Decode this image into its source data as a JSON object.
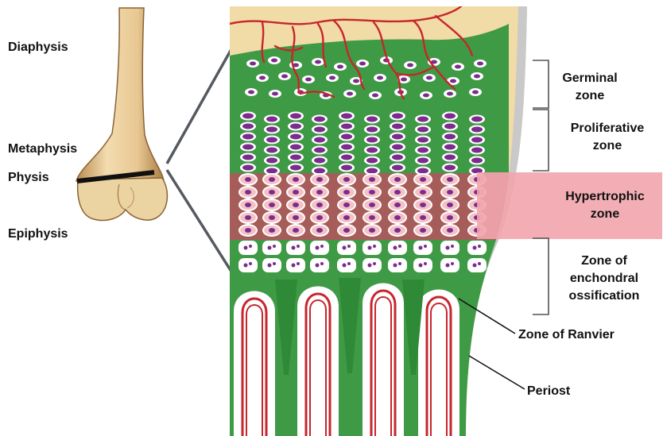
{
  "bone_labels": {
    "diaphysis": "Diaphysis",
    "metaphysis": "Metaphysis",
    "physis": "Physis",
    "epiphysis": "Epiphysis"
  },
  "zones": {
    "germinal": [
      "Germinal",
      "zone"
    ],
    "proliferative": [
      "Proliferative",
      "zone"
    ],
    "hypertrophic": [
      "Hypertrophic",
      "zone"
    ],
    "ossification": [
      "Zone of",
      "enchondral",
      "ossification"
    ]
  },
  "callouts": {
    "ranvier": "Zone of Ranvier",
    "periost": "Periost"
  },
  "colors": {
    "cartilage_green": "#3f9a45",
    "hypertrophic_band": "#a65d5a",
    "hypertrophic_highlight": "#f2a5ad",
    "bone_tan": "#f1dba6",
    "vessel_red": "#c6262c",
    "nucleus_purple": "#7b2c8d",
    "cell_pink": "#f3c1c6",
    "periosteum_gray": "#c9c9c9"
  }
}
